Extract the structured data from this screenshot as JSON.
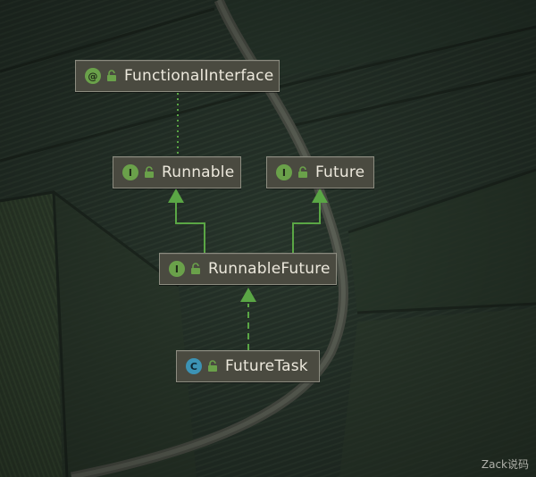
{
  "diagram": {
    "nodes": [
      {
        "id": "functional-interface",
        "kind": "annotation",
        "badge": "@",
        "label": "FunctionalInterface"
      },
      {
        "id": "runnable",
        "kind": "interface",
        "badge": "I",
        "label": "Runnable"
      },
      {
        "id": "future",
        "kind": "interface",
        "badge": "I",
        "label": "Future"
      },
      {
        "id": "runnable-future",
        "kind": "interface",
        "badge": "I",
        "label": "RunnableFuture"
      },
      {
        "id": "future-task",
        "kind": "class",
        "badge": "C",
        "label": "FutureTask"
      }
    ],
    "edges": [
      {
        "from": "runnable",
        "to": "functional-interface",
        "style": "dotted",
        "relation": "annotated-by"
      },
      {
        "from": "runnable-future",
        "to": "runnable",
        "style": "solid",
        "relation": "extends"
      },
      {
        "from": "runnable-future",
        "to": "future",
        "style": "solid",
        "relation": "extends"
      },
      {
        "from": "future-task",
        "to": "runnable-future",
        "style": "dashed",
        "relation": "implements"
      }
    ],
    "colors": {
      "edge": "#5aa645",
      "node_bg": "#4a4a40",
      "node_border": "#8c8c80",
      "interface_badge": "#6aa14a",
      "class_badge": "#3c93b5",
      "text": "#ece8dc"
    }
  },
  "watermark": "Zack说码"
}
